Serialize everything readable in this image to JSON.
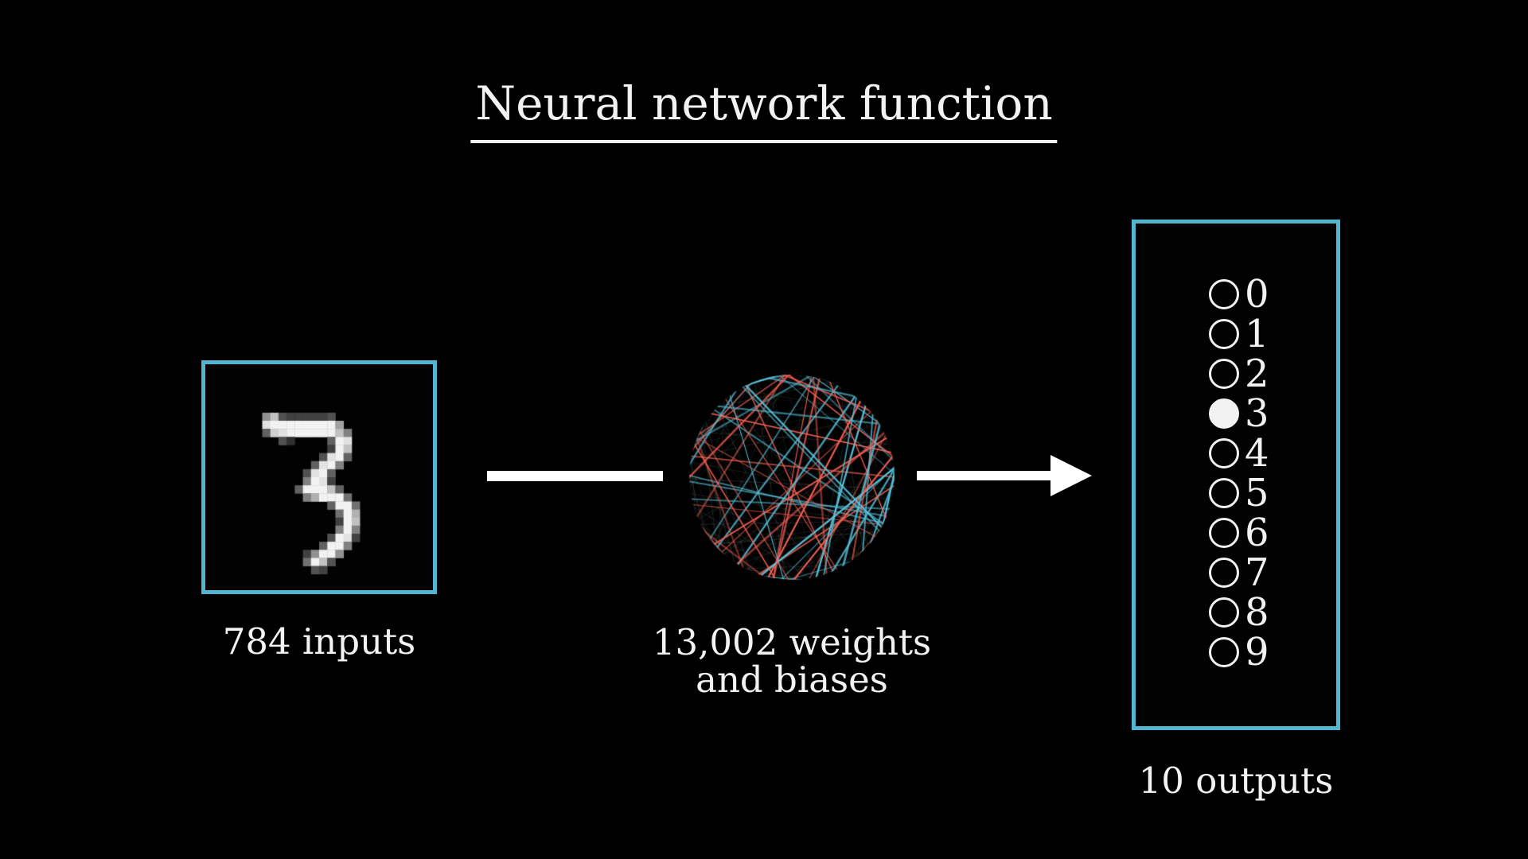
{
  "title": "Neural network function",
  "colors": {
    "background": "#000000",
    "box_border_blue": "#54b5d1",
    "weight_line_blue": "#58C4DD",
    "weight_line_red": "#FC6255",
    "dim_line": "#9fb8b2",
    "text": "#f2f2f2",
    "arrow": "#ffffff"
  },
  "input": {
    "caption": "784 inputs",
    "digit_value": "3",
    "pixel_grid": [
      "............................",
      "............................",
      "............................",
      "............................",
      "............................",
      "............................",
      ".......9c5444445............",
      ".......effffffffa...........",
      ".......6deffffffc8..........",
      ".........53....6fe..........",
      "...............4fc..........",
      "..............5ef6..........",
      ".............6ef8...........",
      "............5ef6............",
      "............8fe4............",
      "...........6fffc6...........",
      "............8bfff7..........",
      "...............6ff7.........",
      "................7fb.........",
      "................4fc.........",
      "................8f8.........",
      "...............5fe4.........",
      "..............6ff8..........",
      "............49ff9...........",
      "............7fc5............",
      ".............54.............",
      "............................",
      "............................"
    ]
  },
  "network": {
    "caption_line1": "13,002 weights",
    "caption_line2": "and biases",
    "ball": {
      "blue_lines": 36,
      "red_lines": 33,
      "dim_lines": 95
    }
  },
  "output": {
    "caption": "10 outputs",
    "selected": "3",
    "items": [
      {
        "digit": "0",
        "active": false
      },
      {
        "digit": "1",
        "active": false
      },
      {
        "digit": "2",
        "active": false
      },
      {
        "digit": "3",
        "active": true
      },
      {
        "digit": "4",
        "active": false
      },
      {
        "digit": "5",
        "active": false
      },
      {
        "digit": "6",
        "active": false
      },
      {
        "digit": "7",
        "active": false
      },
      {
        "digit": "8",
        "active": false
      },
      {
        "digit": "9",
        "active": false
      }
    ]
  }
}
